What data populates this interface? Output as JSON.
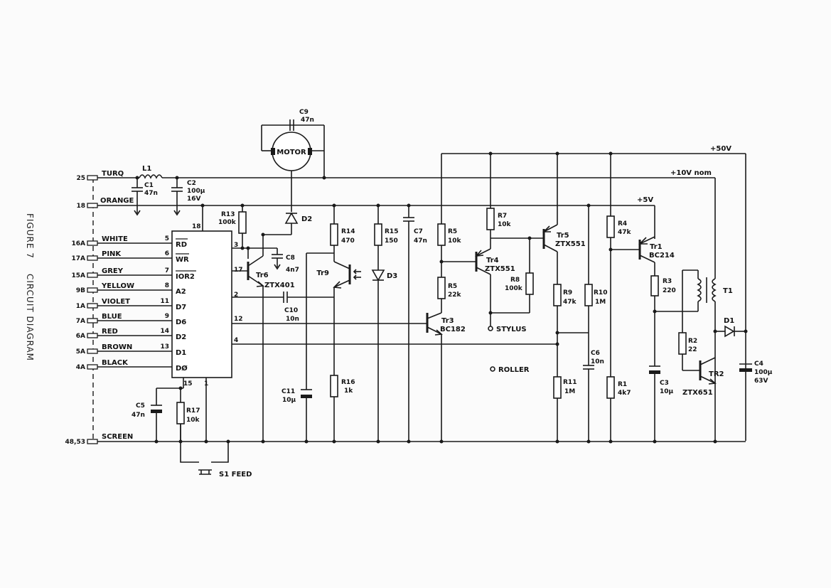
{
  "figure": {
    "number": "FIGURE 7",
    "title": "CIRCUIT DIAGRAM"
  },
  "rails": {
    "plus50": "+50V",
    "plus10": "+10V nom",
    "plus5": "+5V"
  },
  "connector": [
    {
      "pin": "25",
      "name": "TURQ"
    },
    {
      "pin": "18",
      "name": "ORANGE"
    },
    {
      "pin": "16A",
      "name": "WHITE",
      "ic_pin": "5",
      "signal": "RD"
    },
    {
      "pin": "17A",
      "name": "PINK",
      "ic_pin": "6",
      "signal": "WR"
    },
    {
      "pin": "15A",
      "name": "GREY",
      "ic_pin": "7",
      "signal": "IOR2"
    },
    {
      "pin": "9B",
      "name": "YELLOW",
      "ic_pin": "8",
      "signal": "A2"
    },
    {
      "pin": "1A",
      "name": "VIOLET",
      "ic_pin": "11",
      "signal": "D7"
    },
    {
      "pin": "7A",
      "name": "BLUE",
      "ic_pin": "9",
      "signal": "D6"
    },
    {
      "pin": "6A",
      "name": "RED",
      "ic_pin": "14",
      "signal": "D2"
    },
    {
      "pin": "5A",
      "name": "BROWN",
      "ic_pin": "13",
      "signal": "D1"
    },
    {
      "pin": "4A",
      "name": "BLACK",
      "ic_pin": "",
      "signal": "DØ"
    },
    {
      "pin": "48,53",
      "name": "SCREEN"
    }
  ],
  "ic_pins": {
    "vcc": "18",
    "p3": "3",
    "p17": "17",
    "p2": "2",
    "p12": "12",
    "p4": "4",
    "p15": "15",
    "p1": "1"
  },
  "components": {
    "L1": "L1",
    "C1": {
      "ref": "C1",
      "val": "47n"
    },
    "C2": {
      "ref": "C2",
      "val": "100µ",
      "val2": "16V"
    },
    "C3": {
      "ref": "C3",
      "val": "10µ"
    },
    "C4": {
      "ref": "C4",
      "val": "100µ",
      "val2": "63V"
    },
    "C5": {
      "ref": "C5",
      "val": "47n"
    },
    "C6": {
      "ref": "C6",
      "val": "10n"
    },
    "C7": {
      "ref": "C7",
      "val": "47n"
    },
    "C8": {
      "ref": "C8",
      "val": "4n7"
    },
    "C9": {
      "ref": "C9",
      "val": "47n"
    },
    "C10": {
      "ref": "C10",
      "val": "10n"
    },
    "C11": {
      "ref": "C11",
      "val": "10µ"
    },
    "R1": {
      "ref": "R1",
      "val": "4k7"
    },
    "R2": {
      "ref": "R2",
      "val": "22"
    },
    "R3": {
      "ref": "R3",
      "val": "220"
    },
    "R4": {
      "ref": "R4",
      "val": "47k"
    },
    "R5a": {
      "ref": "R5",
      "val": "10k"
    },
    "R5b": {
      "ref": "R5",
      "val": "22k"
    },
    "R7": {
      "ref": "R7",
      "val": "10k"
    },
    "R8": {
      "ref": "R8",
      "val": "100k"
    },
    "R9": {
      "ref": "R9",
      "val": "47k"
    },
    "R10": {
      "ref": "R10",
      "val": "1M"
    },
    "R11": {
      "ref": "R11",
      "val": "1M"
    },
    "R13": {
      "ref": "R13",
      "val": "100k"
    },
    "R14": {
      "ref": "R14",
      "val": "470"
    },
    "R15": {
      "ref": "R15",
      "val": "150"
    },
    "R16": {
      "ref": "R16",
      "val": "1k"
    },
    "R17": {
      "ref": "R17",
      "val": "10k"
    },
    "Tr1": {
      "ref": "Tr1",
      "val": "BC214"
    },
    "Tr2": {
      "ref": "TR2",
      "val": "ZTX651"
    },
    "Tr3": {
      "ref": "Tr3",
      "val": "BC182"
    },
    "Tr4": {
      "ref": "Tr4",
      "val": "ZTX551"
    },
    "Tr5": {
      "ref": "Tr5",
      "val": "ZTX551"
    },
    "Tr6": {
      "ref": "Tr6",
      "val": "ZTX401"
    },
    "Tr9": "Tr9",
    "D1": "D1",
    "D2": "D2",
    "D3": "D3",
    "T1": "T1",
    "motor": "MOTOR",
    "stylus": "STYLUS",
    "roller": "ROLLER",
    "switch": "S1 FEED"
  }
}
